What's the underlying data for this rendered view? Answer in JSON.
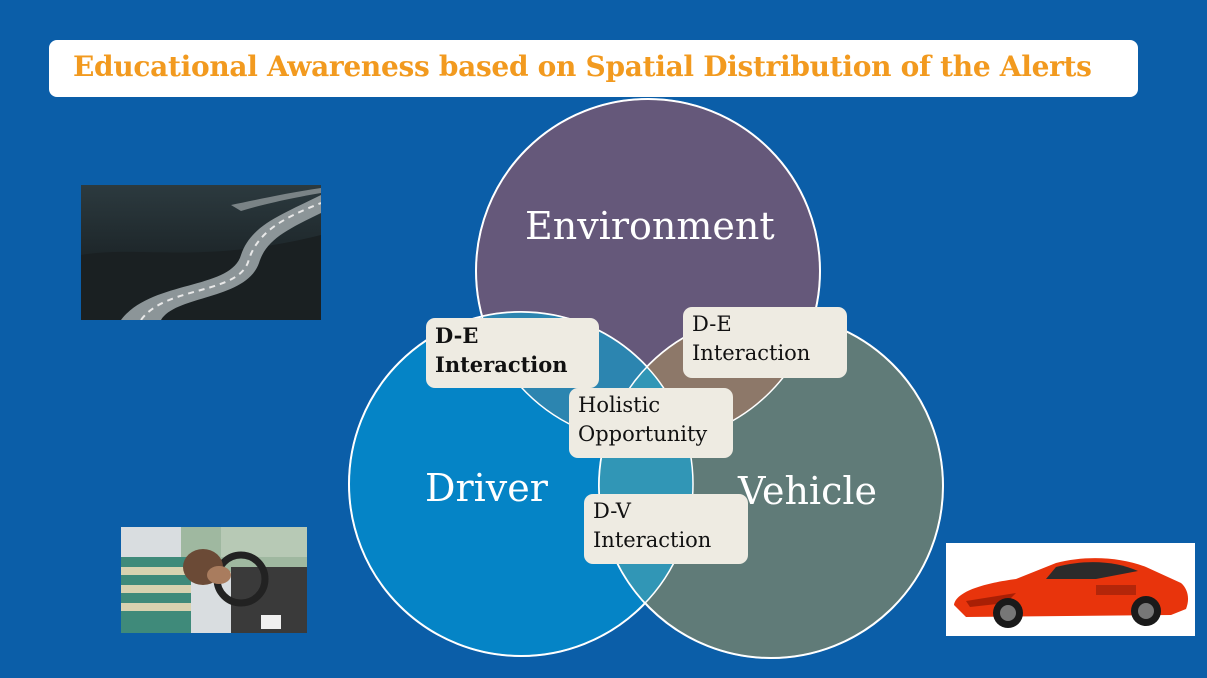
{
  "title": "Educational Awareness based on Spatial Distribution of the Alerts",
  "circles": {
    "environment": "Environment",
    "driver": "Driver",
    "vehicle": "Vehicle"
  },
  "interactions": {
    "de_left": {
      "line1": "D-E",
      "line2": "Interaction"
    },
    "de_right": {
      "line1": "D-E",
      "line2": "Interaction"
    },
    "holistic": {
      "line1": "Holistic",
      "line2": "Opportunity"
    },
    "dv": {
      "line1": "D-V",
      "line2": "Interaction"
    }
  },
  "colors": {
    "background": "#0b5ea8",
    "title": "#f29a1f",
    "environment": "#65587a",
    "driver": "#0584c6",
    "vehicle": "#607b78"
  }
}
